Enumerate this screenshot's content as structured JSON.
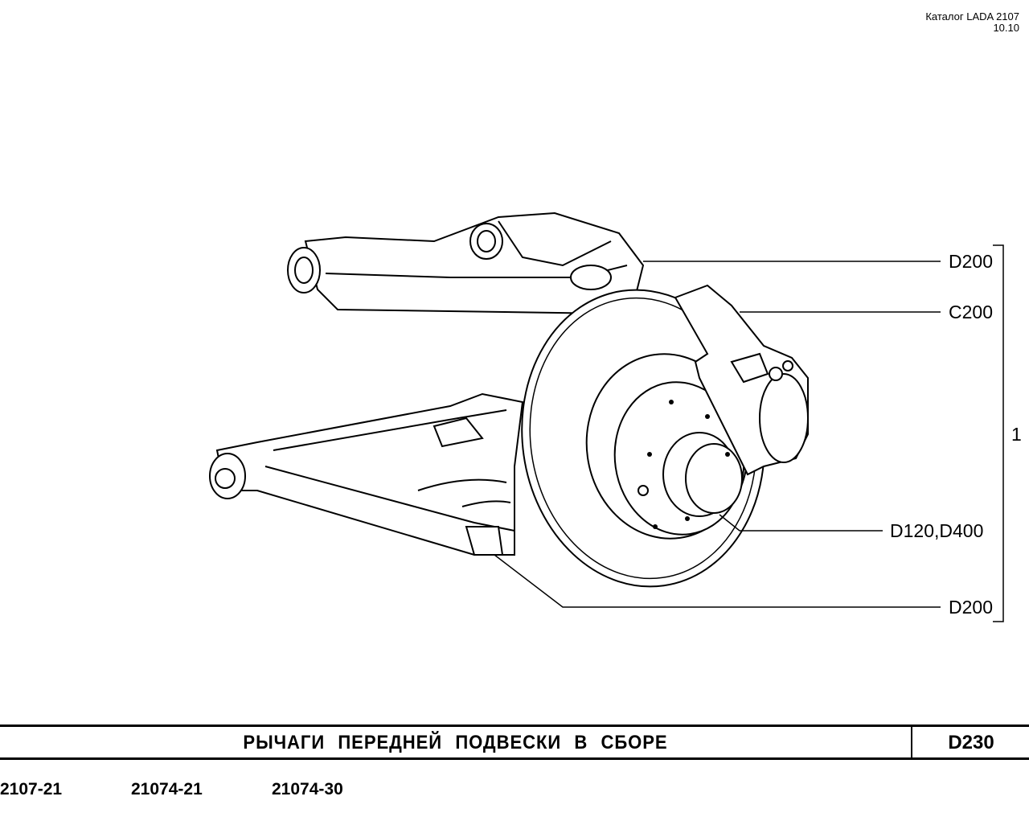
{
  "header": {
    "catalog": "Каталог LADA 2107",
    "page": "10.10"
  },
  "callouts": [
    {
      "label": "D200"
    },
    {
      "label": "C200"
    },
    {
      "label": "D120,D400"
    },
    {
      "label": "D200"
    }
  ],
  "assembly_number": "1",
  "footer": {
    "title": "РЫЧАГИ ПЕРЕДНЕЙ ПОДВЕСКИ В СБОРЕ",
    "code": "D230",
    "models": [
      "2107-21",
      "21074-21",
      "21074-30"
    ]
  }
}
